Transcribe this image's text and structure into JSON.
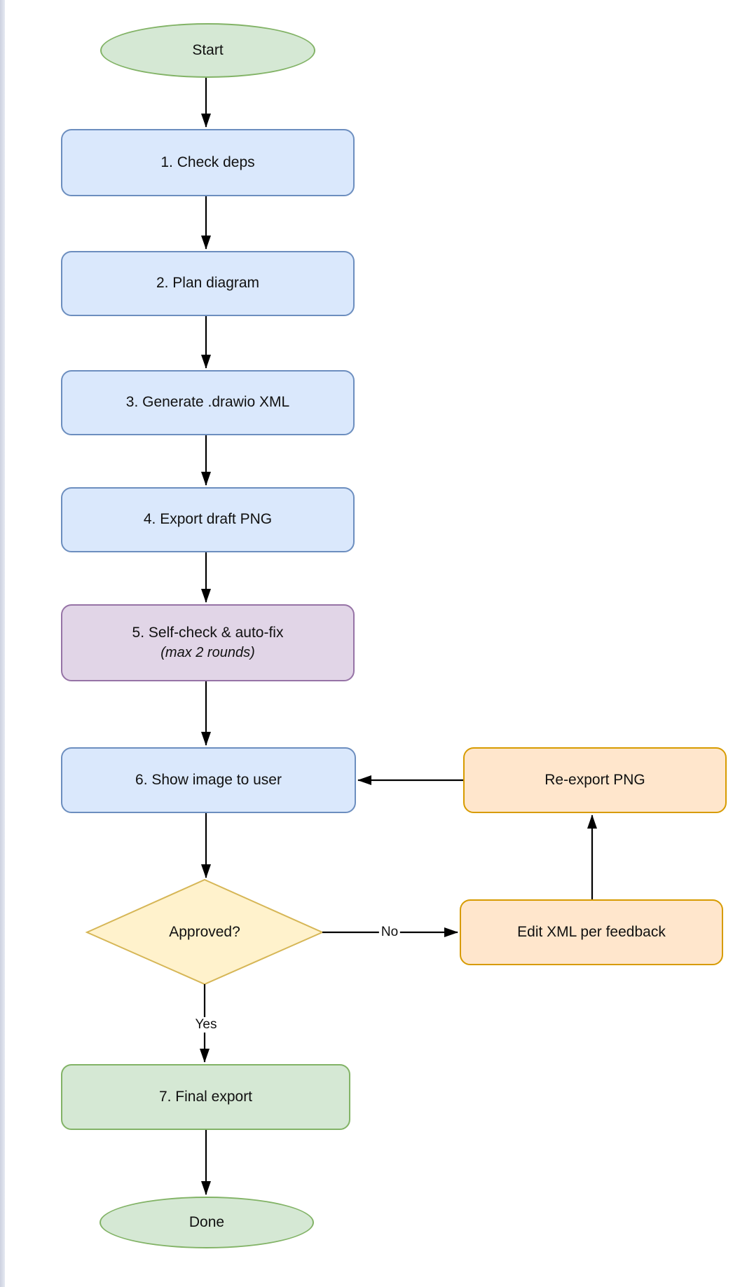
{
  "page": {
    "background_color": "#ffffff",
    "left_edge_color": "#d4d8e4"
  },
  "diagram": {
    "type": "flowchart",
    "palette": {
      "terminal_fill": "#d5e8d4",
      "terminal_stroke": "#82b366",
      "process_fill": "#dae8fc",
      "process_stroke": "#6c8ebf",
      "selfcheck_fill": "#e1d5e7",
      "selfcheck_stroke": "#9673a6",
      "decision_fill": "#fff2cc",
      "decision_stroke": "#d6b656",
      "loop_fill": "#ffe6cc",
      "loop_stroke": "#d79b00",
      "edge_color": "#000000"
    },
    "nodes": {
      "start": {
        "label": "Start",
        "shape": "ellipse"
      },
      "step1": {
        "label": "1. Check deps",
        "shape": "rounded-rect"
      },
      "step2": {
        "label": "2. Plan diagram",
        "shape": "rounded-rect"
      },
      "step3": {
        "label": "3. Generate .drawio XML",
        "shape": "rounded-rect"
      },
      "step4": {
        "label": "4. Export draft PNG",
        "shape": "rounded-rect"
      },
      "step5": {
        "label": "5. Self-check & auto-fix",
        "sublabel": "(max 2 rounds)",
        "shape": "rounded-rect"
      },
      "step6": {
        "label": "6. Show image to user",
        "shape": "rounded-rect"
      },
      "decision": {
        "label": "Approved?",
        "shape": "diamond"
      },
      "step7": {
        "label": "7. Final export",
        "shape": "rounded-rect"
      },
      "done": {
        "label": "Done",
        "shape": "ellipse"
      },
      "reexport": {
        "label": "Re-export PNG",
        "shape": "rounded-rect"
      },
      "edit": {
        "label": "Edit XML per feedback",
        "shape": "rounded-rect"
      }
    },
    "edge_labels": {
      "yes": "Yes",
      "no": "No"
    },
    "edges": [
      {
        "from": "start",
        "to": "step1"
      },
      {
        "from": "step1",
        "to": "step2"
      },
      {
        "from": "step2",
        "to": "step3"
      },
      {
        "from": "step3",
        "to": "step4"
      },
      {
        "from": "step4",
        "to": "step5"
      },
      {
        "from": "step5",
        "to": "step6"
      },
      {
        "from": "step6",
        "to": "decision"
      },
      {
        "from": "decision",
        "to": "step7",
        "label": "Yes"
      },
      {
        "from": "step7",
        "to": "done"
      },
      {
        "from": "decision",
        "to": "edit",
        "label": "No"
      },
      {
        "from": "edit",
        "to": "reexport"
      },
      {
        "from": "reexport",
        "to": "step6"
      }
    ]
  }
}
